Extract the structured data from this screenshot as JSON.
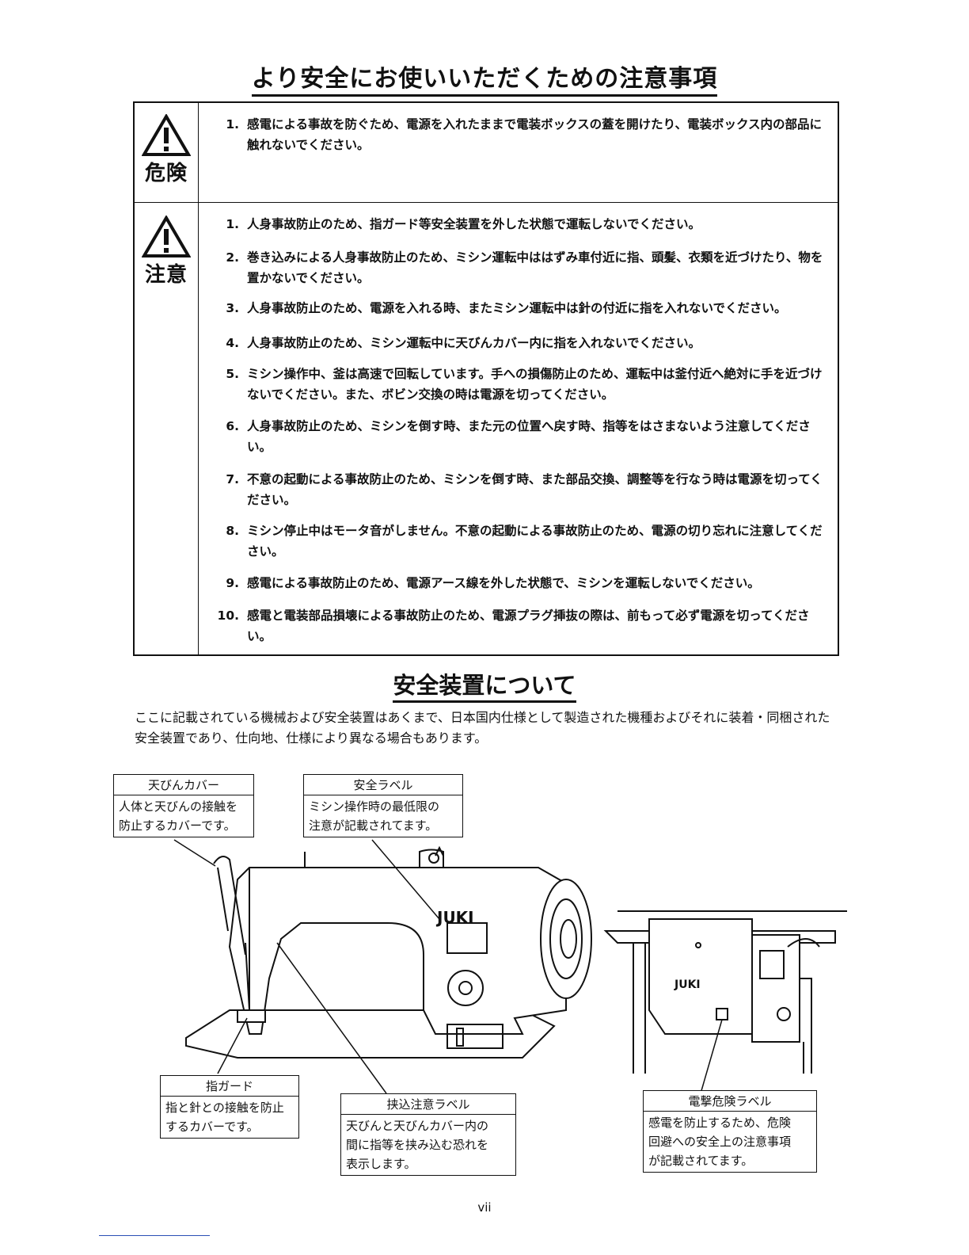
{
  "title": "より安全にお使いいただくための注意事項",
  "danger": {
    "label": "危険",
    "items": [
      {
        "num": "1.",
        "text": "感電による事故を防ぐため、電源を入れたままで電装ボックスの蓋を開けたり、電装ボックス内の部品に触れないでください。"
      }
    ]
  },
  "caution": {
    "label": "注意",
    "items": [
      {
        "num": "1.",
        "text": "人身事故防止のため、指ガード等安全装置を外した状態で運転しないでください。"
      },
      {
        "num": "2.",
        "text": "巻き込みによる人身事故防止のため、ミシン運転中ははずみ車付近に指、頭髪、衣類を近づけたり、物を置かないでください。"
      },
      {
        "num": "3.",
        "text": "人身事故防止のため、電源を入れる時、またミシン運転中は針の付近に指を入れないでください。"
      },
      {
        "num": "4.",
        "text": "人身事故防止のため、ミシン運転中に天びんカバー内に指を入れないでください。"
      },
      {
        "num": "5.",
        "text": "ミシン操作中、釜は高速で回転しています。手への損傷防止のため、運転中は釜付近へ絶対に手を近づけないでください。また、ボビン交換の時は電源を切ってください。"
      },
      {
        "num": "6.",
        "text": "人身事故防止のため、ミシンを倒す時、また元の位置へ戻す時、指等をはさまないよう注意してください。"
      },
      {
        "num": "7.",
        "text": "不意の起動による事故防止のため、ミシンを倒す時、また部品交換、調整等を行なう時は電源を切ってください。"
      },
      {
        "num": "8.",
        "text": "ミシン停止中はモータ音がしません。不意の起動による事故防止のため、電源の切り忘れに注意してください。"
      },
      {
        "num": "9.",
        "text": "感電による事故防止のため、電源アース線を外した状態で、ミシンを運転しないでください。"
      },
      {
        "num": "10.",
        "text": "感電と電装部品損壊による事故防止のため、電源プラグ挿抜の際は、前もって必ず電源を切ってください。"
      }
    ]
  },
  "section2_title": "安全装置について",
  "intro": "ここに記載されている機械および安全装置はあくまで、日本国内仕様として製造された機種およびそれに装着・同梱された安全装置であり、仕向地、仕様により異なる場合もあります。",
  "callouts": {
    "tenbin_cover": {
      "title": "天びんカバー",
      "body": [
        "人体と天びんの接触を",
        "防止するカバーです。"
      ]
    },
    "safety_label": {
      "title": "安全ラベル",
      "body": [
        "ミシン操作時の最低限の",
        "注意が記載されてます。"
      ]
    },
    "finger_guard": {
      "title": "指ガード",
      "body": [
        "指と針との接触を防止",
        "するカバーです。"
      ]
    },
    "pinch_label": {
      "title": "挟込注意ラベル",
      "body": [
        "天びんと天びんカバー内の",
        "間に指等を挟み込む恐れを",
        "表示します。"
      ]
    },
    "shock_label": {
      "title": "電撃危険ラベル",
      "body": [
        "感電を防止するため、危険",
        "回避への安全上の注意事項",
        "が記載されてます。"
      ]
    }
  },
  "machine_logo": "JUKI",
  "page_number": "vii"
}
